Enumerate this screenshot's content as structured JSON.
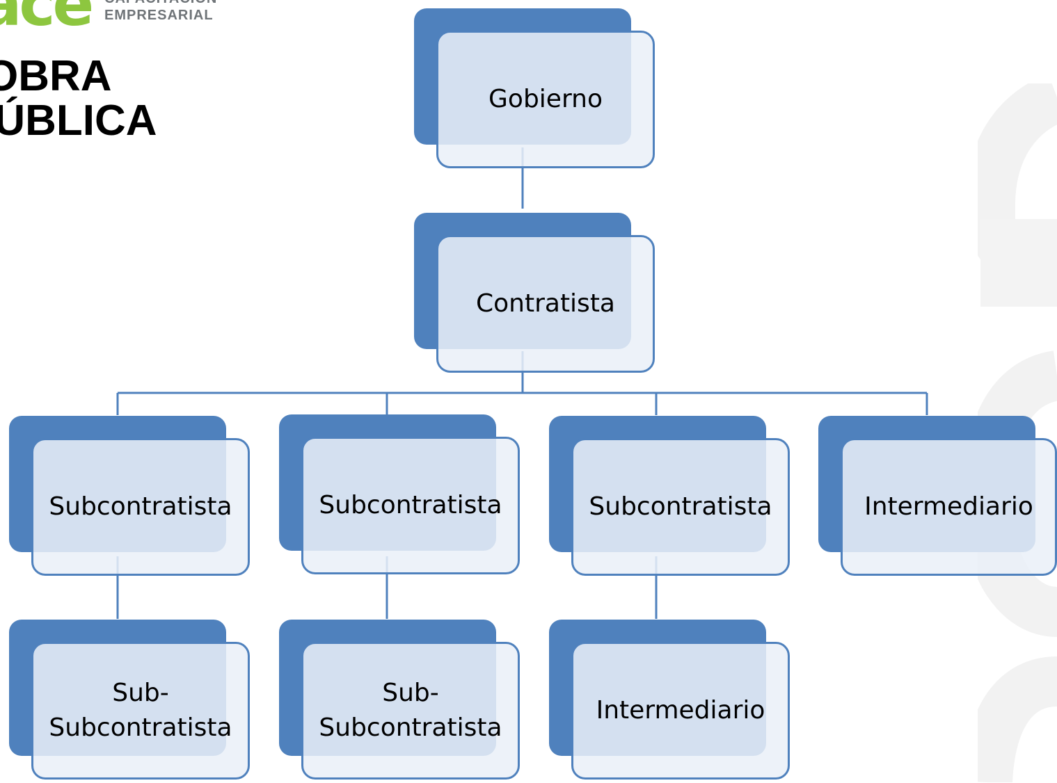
{
  "logo": {
    "mark": "ace",
    "tagline_top": "CAPACITACIÓN",
    "tagline_bottom": "EMPRESARIAL"
  },
  "slide": {
    "title_line_1": "OBRA",
    "title_line_2": "PÚBLICA"
  },
  "org_chart": {
    "root": {
      "label": "Gobierno"
    },
    "level_1": {
      "label": "Contratista"
    },
    "level_2": [
      {
        "label": "Subcontratista"
      },
      {
        "label": "Subcontratista"
      },
      {
        "label": "Subcontratista"
      },
      {
        "label": "Intermediario"
      }
    ],
    "level_3": [
      {
        "label_line_1": "Sub-",
        "label_line_2": "Subcontratista"
      },
      {
        "label_line_1": "Sub-",
        "label_line_2": "Subcontratista"
      },
      {
        "label": "Intermediario"
      }
    ]
  },
  "colors": {
    "node_accent": "#4f81bd",
    "node_fill": "#eaf0f8",
    "logo_green": "#8dc63f",
    "logo_gray": "#6f7478"
  }
}
